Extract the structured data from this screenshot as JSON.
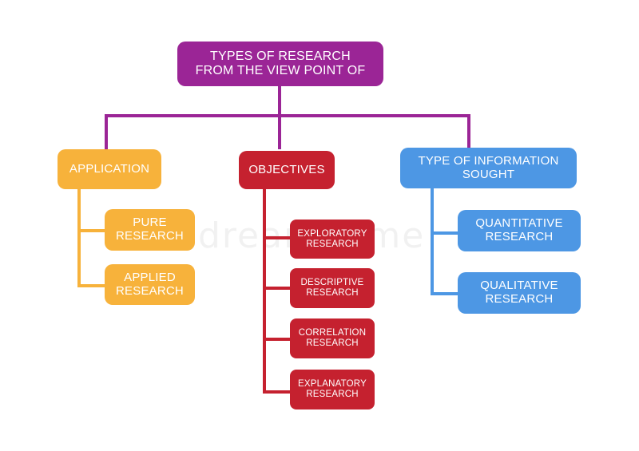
{
  "colors": {
    "root": "#9b2596",
    "application": "#f7b23b",
    "objectives": "#c5212f",
    "information": "#4d97e4"
  },
  "root": {
    "label": "TYPES OF RESEARCH\nFROM THE VIEW POINT OF"
  },
  "application": {
    "label": "APPLICATION",
    "children": [
      "PURE\nRESEARCH",
      "APPLIED\nRESEARCH"
    ]
  },
  "objectives": {
    "label": "OBJECTIVES",
    "children": [
      "EXPLORATORY\nRESEARCH",
      "DESCRIPTIVE\nRESEARCH",
      "CORRELATION\nRESEARCH",
      "EXPLANATORY\nRESEARCH"
    ]
  },
  "information": {
    "label": "TYPE OF INFORMATION\nSOUGHT",
    "children": [
      "QUANTITATIVE\nRESEARCH",
      "QUALITATIVE\nRESEARCH"
    ]
  },
  "watermark": "dreamstime"
}
